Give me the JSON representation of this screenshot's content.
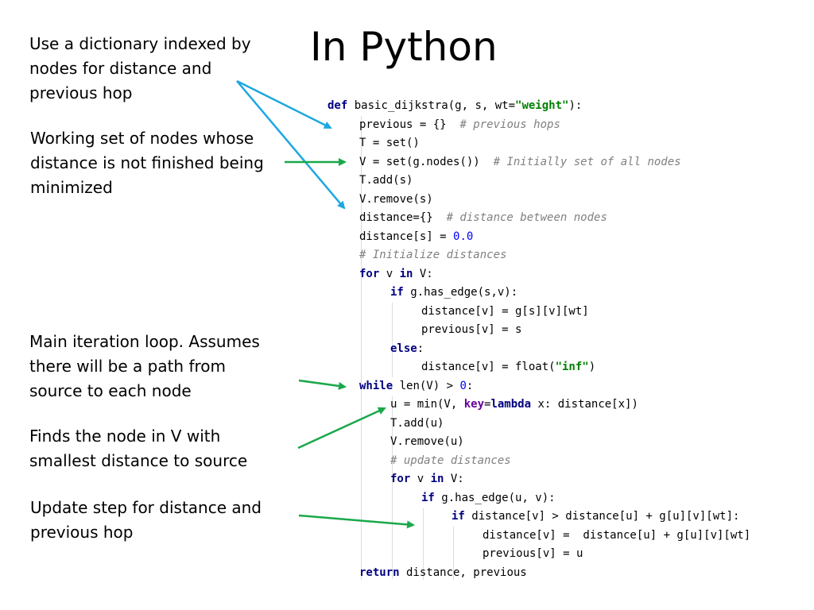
{
  "title": "In Python",
  "notes": {
    "dictionary": "Use a dictionary indexed by\nnodes for distance and\nprevious hop",
    "working_set": "Working set of nodes whose\ndistance is not finished being\nminimized",
    "main_loop": "Main iteration loop. Assumes\nthere will be a path from\nsource to each node",
    "finds_node": "Finds the node in V with\nsmallest distance to source",
    "update_step": "Update step for distance and\nprevious hop"
  },
  "code": {
    "l1_def": "def",
    "l1_sig": " basic_dijkstra(g, s, wt=",
    "l1_str": "\"weight\"",
    "l1_end": "):",
    "l2": "previous = {}  ",
    "l2_cmt": "# previous hops",
    "l3": "T = set()",
    "l4": "V = set(g.nodes())  ",
    "l4_cmt": "# Initially set of all nodes",
    "l5": "T.add(s)",
    "l6": "V.remove(s)",
    "l7": "distance={}  ",
    "l7_cmt": "# distance between nodes",
    "l8": "distance[s] = ",
    "l8_num": "0.0",
    "l9_cmt": "# Initialize distances",
    "l10_for": "for",
    "l10_a": " v ",
    "l10_in": "in",
    "l10_b": " V:",
    "l11_if": "if",
    "l11": " g.has_edge(s,v):",
    "l12": "distance[v] = g[s][v][wt]",
    "l13": "previous[v] = s",
    "l14_else": "else",
    "l14": ":",
    "l15": "distance[v] = float(",
    "l15_str": "\"inf\"",
    "l15_end": ")",
    "l16_while": "while",
    "l16": " len(V) > ",
    "l16_num": "0",
    "l16_end": ":",
    "l17_a": "u = min(V, ",
    "l17_key": "key",
    "l17_b": "=",
    "l17_lambda": "lambda",
    "l17_c": " x: distance[x])",
    "l18": "T.add(u)",
    "l19": "V.remove(u)",
    "l20_cmt": "# update distances",
    "l21_for": "for",
    "l21_a": " v ",
    "l21_in": "in",
    "l21_b": " V:",
    "l22_if": "if",
    "l22": " g.has_edge(u, v):",
    "l23_if": "if",
    "l23": " distance[v] > distance[u] + g[u][v][wt]:",
    "l24": "distance[v] =  distance[u] + g[u][v][wt]",
    "l25": "previous[v] = u",
    "l26_return": "return",
    "l26": " distance, previous"
  },
  "colors": {
    "blue_arrow": "#1ea7e1",
    "green_arrow": "#1aa84a",
    "keyword": "#000080",
    "string": "#008000",
    "number": "#0000ff",
    "comment": "#808080"
  }
}
